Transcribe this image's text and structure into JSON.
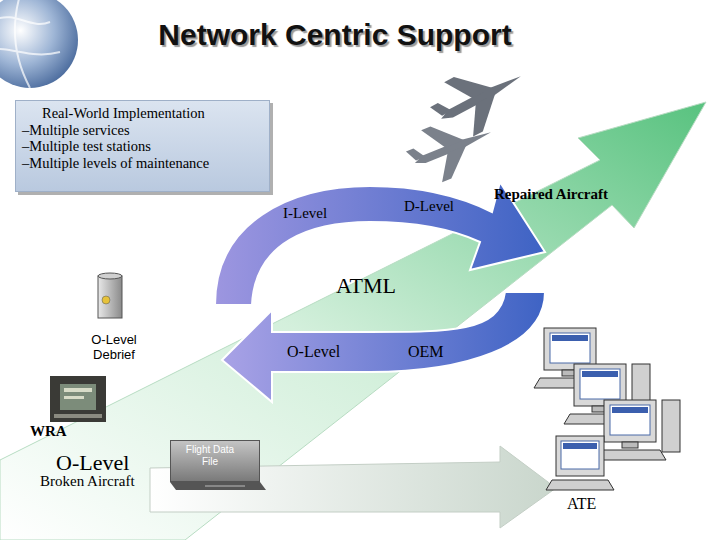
{
  "diagram": {
    "title": "Network Centric Support",
    "nodes": [
      {
        "text": [
          "Real-World Implementation",
          "–Multiple services",
          "–Multiple test stations",
          "–Multiple levels of maintenance"
        ]
      },
      {
        "text": [
          "Flight Data File"
        ]
      }
    ],
    "labels": [
      "I-Level",
      "D-Level",
      "Repaired Aircraft",
      "ATML",
      "O-Level Debrief",
      "O-Level",
      "OEM",
      "WRA",
      "O-Level",
      "Broken Aircraft",
      "ATE"
    ]
  }
}
